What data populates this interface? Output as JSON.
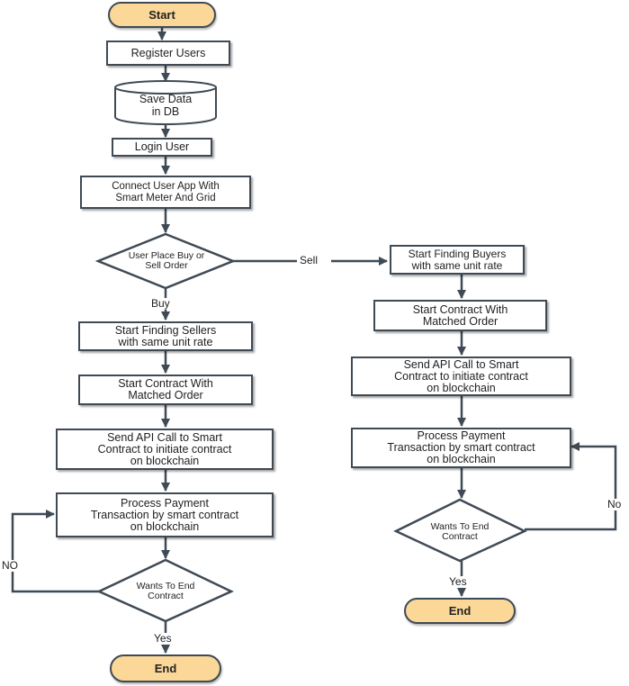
{
  "nodes": {
    "start": "Start",
    "register": "Register Users",
    "save": "Save Data\nin DB",
    "login": "Login User",
    "connect": "Connect User App With\nSmart Meter And Grid",
    "decision": "User Place Buy or\nSell Order",
    "find_sellers": "Start Finding Sellers\nwith same unit rate",
    "contract_left": "Start Contract With\nMatched Order",
    "api_left": "Send API Call to Smart\nContract to initiate contract\non blockchain",
    "payment_left": "Process Payment\nTransaction by smart contract\non blockchain",
    "end_q_left": "Wants To End\nContract",
    "end_left": "End",
    "find_buyers": "Start Finding Buyers\nwith same unit rate",
    "contract_right": "Start Contract With\nMatched Order",
    "api_right": "Send API Call to Smart\nContract to initiate contract\non blockchain",
    "payment_right": "Process Payment\nTransaction by smart contract\non blockchain",
    "end_q_right": "Wants To End\nContract",
    "end_right": "End"
  },
  "edges": {
    "sell": "Sell",
    "buy": "Buy",
    "no_left": "NO",
    "yes_left": "Yes",
    "no_right": "No",
    "yes_right": "Yes"
  },
  "colors": {
    "terminal_fill": "#fbd898",
    "stroke": "#3f4a55",
    "box_fill": "#ffffff"
  }
}
